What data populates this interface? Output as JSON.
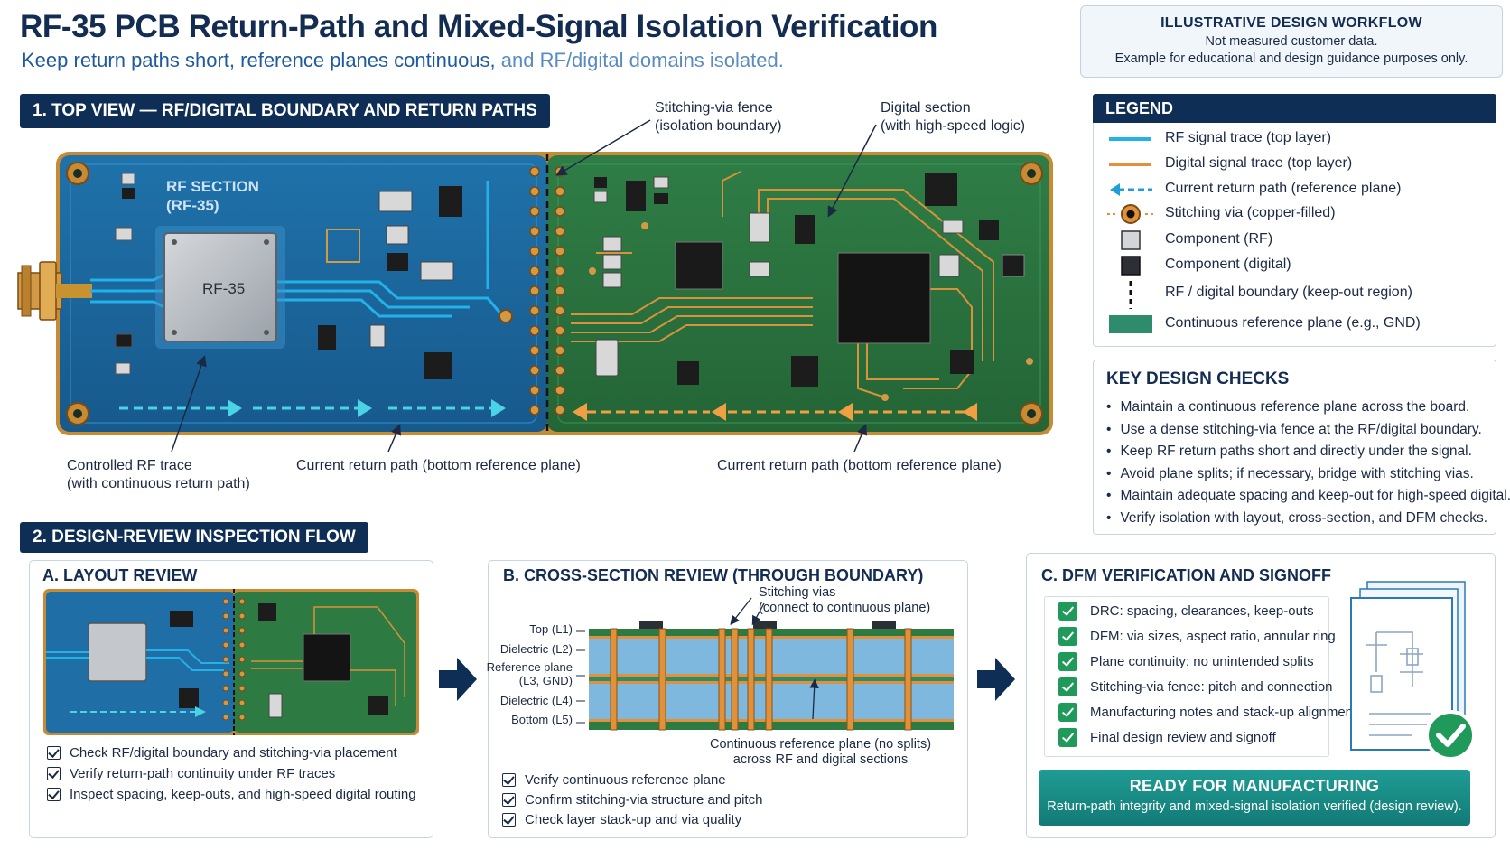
{
  "header": {
    "title": "RF-35 PCB Return-Path and Mixed-Signal Isolation Verification",
    "subtitle_a": "Keep return paths short, reference planes continuous,",
    "subtitle_b": "and RF/digital domains isolated."
  },
  "notice": {
    "heading": "ILLUSTRATIVE DESIGN WORKFLOW",
    "line1": "Not measured customer data.",
    "line2": "Example for educational and design guidance purposes only."
  },
  "section1": {
    "header": "1. TOP VIEW — RF/DIGITAL BOUNDARY AND RETURN PATHS",
    "rf_label_1": "RF SECTION",
    "rf_label_2": "(RF-35)",
    "module_label": "RF-35",
    "callouts": {
      "fence_1": "Stitching-via fence",
      "fence_2": "(isolation boundary)",
      "digital_1": "Digital section",
      "digital_2": "(with high-speed logic)",
      "rf_trace_1": "Controlled RF trace",
      "rf_trace_2": "(with continuous return path)",
      "return_rf": "Current return path (bottom reference plane)",
      "return_dig": "Current return path (bottom reference plane)"
    }
  },
  "legend": {
    "heading": "LEGEND",
    "items": [
      {
        "label": "RF signal trace (top layer)",
        "icon": "rf-trace-icon"
      },
      {
        "label": "Digital signal trace (top layer)",
        "icon": "digital-trace-icon"
      },
      {
        "label": "Current return path (reference plane)",
        "icon": "return-path-icon"
      },
      {
        "label": "Stitching via (copper-filled)",
        "icon": "stitching-via-icon"
      },
      {
        "label": "Component (RF)",
        "icon": "rf-component-icon"
      },
      {
        "label": "Component (digital)",
        "icon": "digital-component-icon"
      },
      {
        "label": "RF / digital boundary (keep-out region)",
        "icon": "boundary-icon"
      },
      {
        "label": "Continuous reference plane (e.g., GND)",
        "icon": "reference-plane-icon"
      }
    ]
  },
  "key_checks": {
    "heading": "KEY DESIGN CHECKS",
    "items": [
      "Maintain a continuous reference plane across the board.",
      "Use a dense stitching-via fence at the RF/digital boundary.",
      "Keep RF return paths short and directly under the signal.",
      "Avoid plane splits; if necessary, bridge with stitching vias.",
      "Maintain adequate spacing and keep-out for high-speed digital.",
      "Verify isolation with layout, cross-section, and DFM checks."
    ]
  },
  "section2": {
    "header": "2. DESIGN-REVIEW INSPECTION FLOW",
    "panel_a": {
      "heading": "A. LAYOUT REVIEW",
      "checks": [
        "Check RF/digital boundary and stitching-via placement",
        "Verify return-path continuity under RF traces",
        "Inspect spacing, keep-outs, and high-speed digital routing"
      ]
    },
    "panel_b": {
      "heading": "B. CROSS-SECTION REVIEW (THROUGH BOUNDARY)",
      "via_callout_1": "Stitching vias",
      "via_callout_2": "(connect to continuous plane)",
      "layers": [
        "Top (L1)",
        "Dielectric (L2)",
        "Reference plane",
        "(L3, GND)",
        "Dielectric (L4)",
        "Bottom (L5)"
      ],
      "plane_callout_1": "Continuous reference plane (no splits)",
      "plane_callout_2": "across RF and digital sections",
      "checks": [
        "Verify continuous reference plane",
        "Confirm stitching-via structure and pitch",
        "Check layer stack-up and via quality"
      ]
    },
    "panel_c": {
      "heading": "C. DFM VERIFICATION AND SIGNOFF",
      "checks": [
        "DRC: spacing, clearances, keep-outs",
        "DFM: via sizes, aspect ratio, annular ring",
        "Plane continuity: no unintended splits",
        "Stitching-via fence: pitch and connection",
        "Manufacturing notes and stack-up alignment",
        "Final design review and signoff"
      ]
    },
    "ready": {
      "heading": "READY FOR MANUFACTURING",
      "text": "Return-path integrity and mixed-signal isolation verified (design review)."
    }
  },
  "colors": {
    "navy": "#0f2e55",
    "rf_board": "#1e6fa6",
    "digital_board": "#2e7a43",
    "rf_trace": "#22b2e8",
    "digital_trace": "#e0913a",
    "return_rf": "#4ad2e6",
    "return_dig": "#f0a043",
    "check_green": "#1f9a5a",
    "ready_teal": "#1a8f88"
  }
}
